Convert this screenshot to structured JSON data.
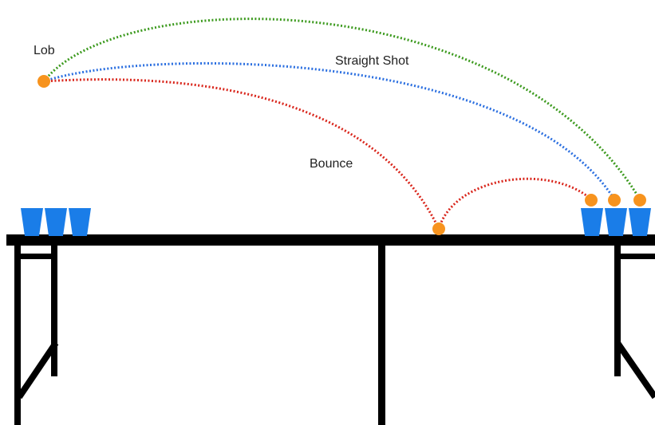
{
  "labels": {
    "lob": "Lob",
    "straight": "Straight Shot",
    "bounce": "Bounce"
  },
  "colors": {
    "lob": "#3c9a1e",
    "straight": "#2b6fe0",
    "bounce": "#d9261c",
    "ball": "#f7931e",
    "cup": "#1a7de8",
    "table": "#000000"
  },
  "elements": {
    "left_cups": 3,
    "right_cups": 3,
    "balls": 5
  }
}
